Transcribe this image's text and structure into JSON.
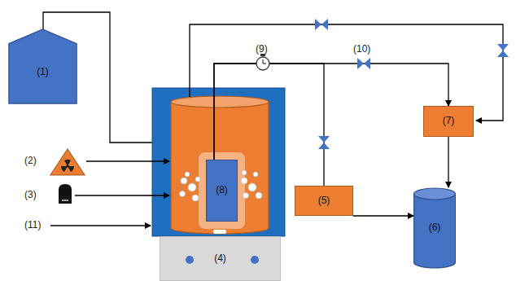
{
  "diagram": {
    "nodes": [
      {
        "text": [
          "(1)"
        ]
      },
      {
        "text": [
          "(7)"
        ]
      },
      {
        "text": [
          "(8)"
        ]
      },
      {
        "text": [
          "(5)"
        ]
      },
      {
        "text": [
          "(6)"
        ]
      },
      {
        "text": [
          "(4)"
        ]
      }
    ],
    "edges": [
      {
        "from": 2,
        "to": 3,
        "arrow": "none"
      },
      {
        "from": 2,
        "to": 1,
        "arrow": "to"
      },
      {
        "from": 3,
        "to": 4,
        "arrow": "to"
      },
      {
        "from": 1,
        "to": 4,
        "arrow": "to"
      }
    ],
    "labels": [
      "(2)",
      "(3)",
      "(9)",
      "(10)",
      "(11)"
    ]
  }
}
